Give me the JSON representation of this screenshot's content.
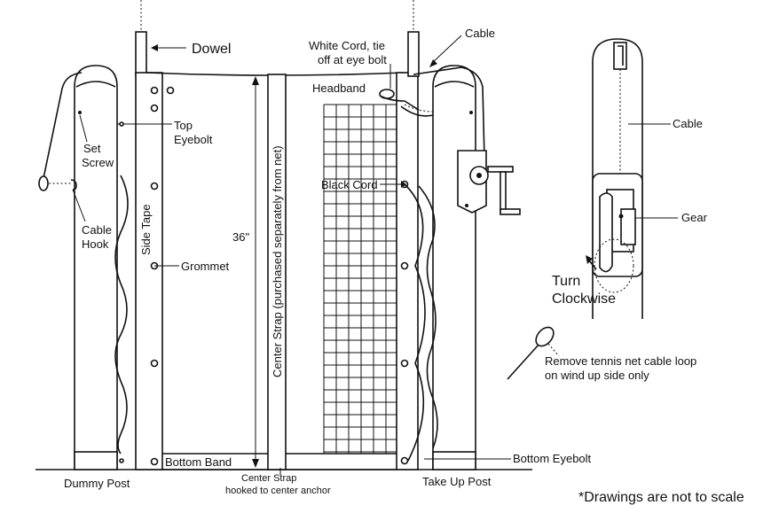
{
  "labels": {
    "dowel": "Dowel",
    "white_cord": [
      "White Cord, tie",
      "off at eye bolt"
    ],
    "cable_top": "Cable",
    "headband": "Headband",
    "top_eyebolt": [
      "Top",
      "Eyebolt"
    ],
    "set_screw": [
      "Set",
      "Screw"
    ],
    "cable_hook": [
      "Cable",
      "Hook"
    ],
    "side_tape": "Side Tape",
    "grommet": "Grommet",
    "height": "36\"",
    "center_strap": "Center Strap (purchased separately from net)",
    "black_cord": "Black Cord",
    "bottom_band": "Bottom Band",
    "bottom_eyebolt": "Bottom Eyebolt",
    "dummy_post": "Dummy Post",
    "center_strap_note": [
      "Center Strap",
      "hooked to center anchor"
    ],
    "take_up_post": "Take Up Post",
    "cable_detail": "Cable",
    "gear": "Gear",
    "turn": [
      "Turn",
      "Clockwise"
    ],
    "remove_note": [
      "Remove tennis net cable loop",
      "on wind up side only"
    ],
    "scale_note": "*Drawings are not to scale"
  }
}
